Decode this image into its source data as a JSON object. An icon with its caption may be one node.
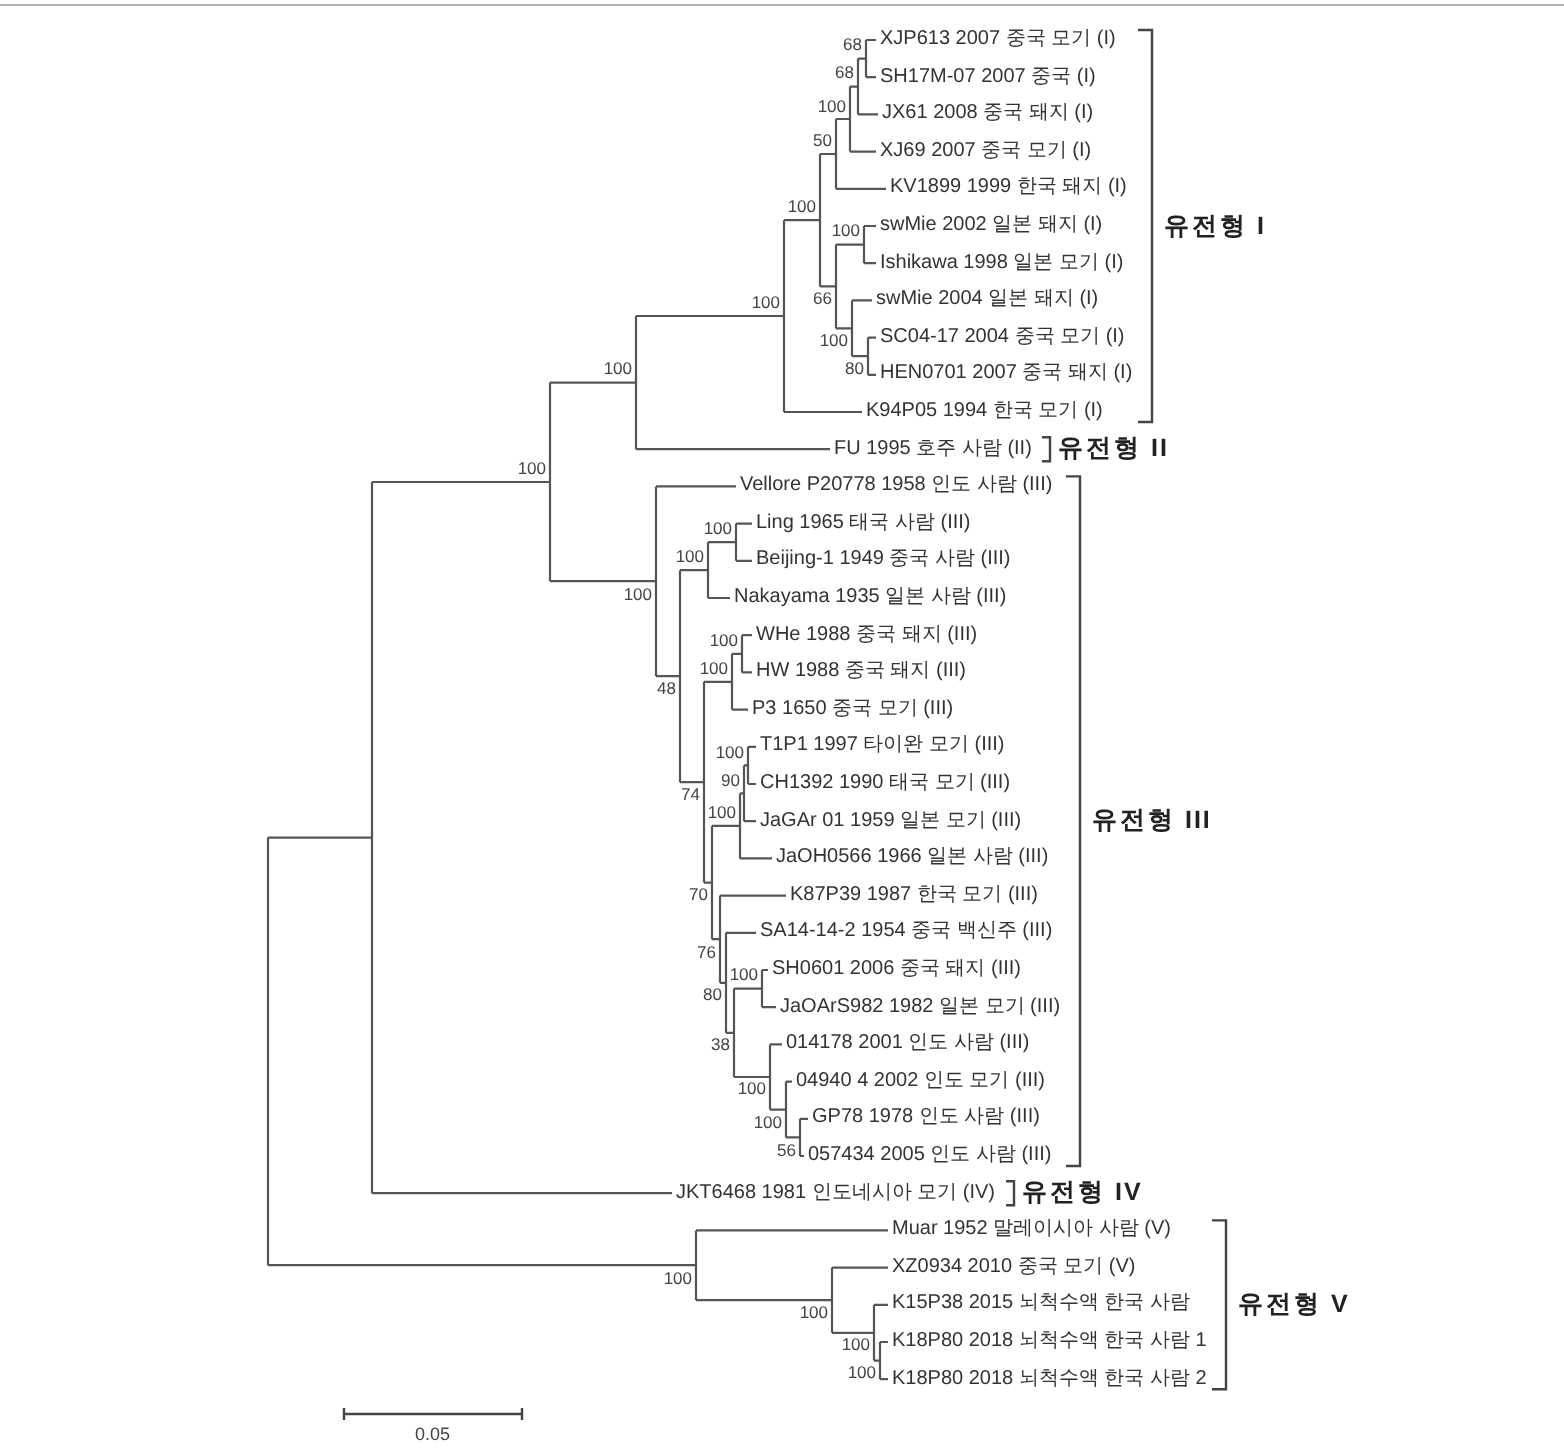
{
  "diagram": {
    "labels": [
      "68",
      "XJP613 2007 중국 모기 (I)",
      "68",
      "SH17M-07 2007 중국 (I)",
      "100",
      "JX61 2008 중국 돼지 (I)",
      "50",
      "XJ69 2007 중국 모기 (I)",
      "KV1899 1999 한국 돼지 (I)",
      "100",
      "100",
      "swMie 2002 일본 돼지 (I)",
      "유전형 I",
      "Ishikawa 1998 일본 모기 (I)",
      "100",
      "66",
      "swMie 2004 일본 돼지 (I)",
      "SC04-17 2004 중국 모기 (I)",
      "100",
      "100",
      "80",
      "HEN0701 2007 중국 돼지 (I)",
      "K94P05 1994 한국 모기 (I)",
      "FU 1995 호주 사람 (II)",
      "유전형 II",
      "100",
      "Vellore P20778 1958 인도 사람 (III)",
      "100",
      "Ling 1965 태국 사람 (III)",
      "100",
      "Beijing-1 1949 중국 사람 (III)",
      "100",
      "Nakayama 1935 일본 사람 (III)",
      "100",
      "WHe 1988 중국 돼지 (III)",
      "100",
      "HW 1988 중국 돼지 (III)",
      "48",
      "P3 1650 중국 모기 (III)",
      "100",
      "T1P1 1997 타이완 모기 (III)",
      "90",
      "CH1392 1990 태국 모기 (III)",
      "74",
      "100",
      "JaGAr 01 1959 일본 모기 (III)",
      "유전형 III",
      "JaOH0566 1966 일본 사람 (III)",
      "70",
      "K87P39 1987 한국 모기 (III)",
      "SA14-14-2 1954 중국 백신주 (III)",
      "76",
      "100",
      "SH0601 2006 중국 돼지 (III)",
      "80",
      "JaOArS982 1982 일본 모기 (III)",
      "38",
      "014178 2001 인도 사람 (III)",
      "100",
      "04940 4 2002 인도 모기 (III)",
      "100",
      "GP78 1978 인도 사람 (III)",
      "56",
      "057434 2005 인도 사람 (III)",
      "JKT6468 1981 인도네시아 모기 (IV)",
      "유전형 IV",
      "Muar 1952 말레이시아 사람 (V)",
      "100",
      "XZ0934 2010 중국 모기 (V)",
      "100",
      "K15P38 2015 뇌척수액 한국 사람",
      "유전형 V",
      "100",
      "K18P80 2018 뇌척수액 한국 사람 1",
      "100",
      "K18P80 2018 뇌척수액 한국 사람 2",
      "0.05"
    ]
  }
}
